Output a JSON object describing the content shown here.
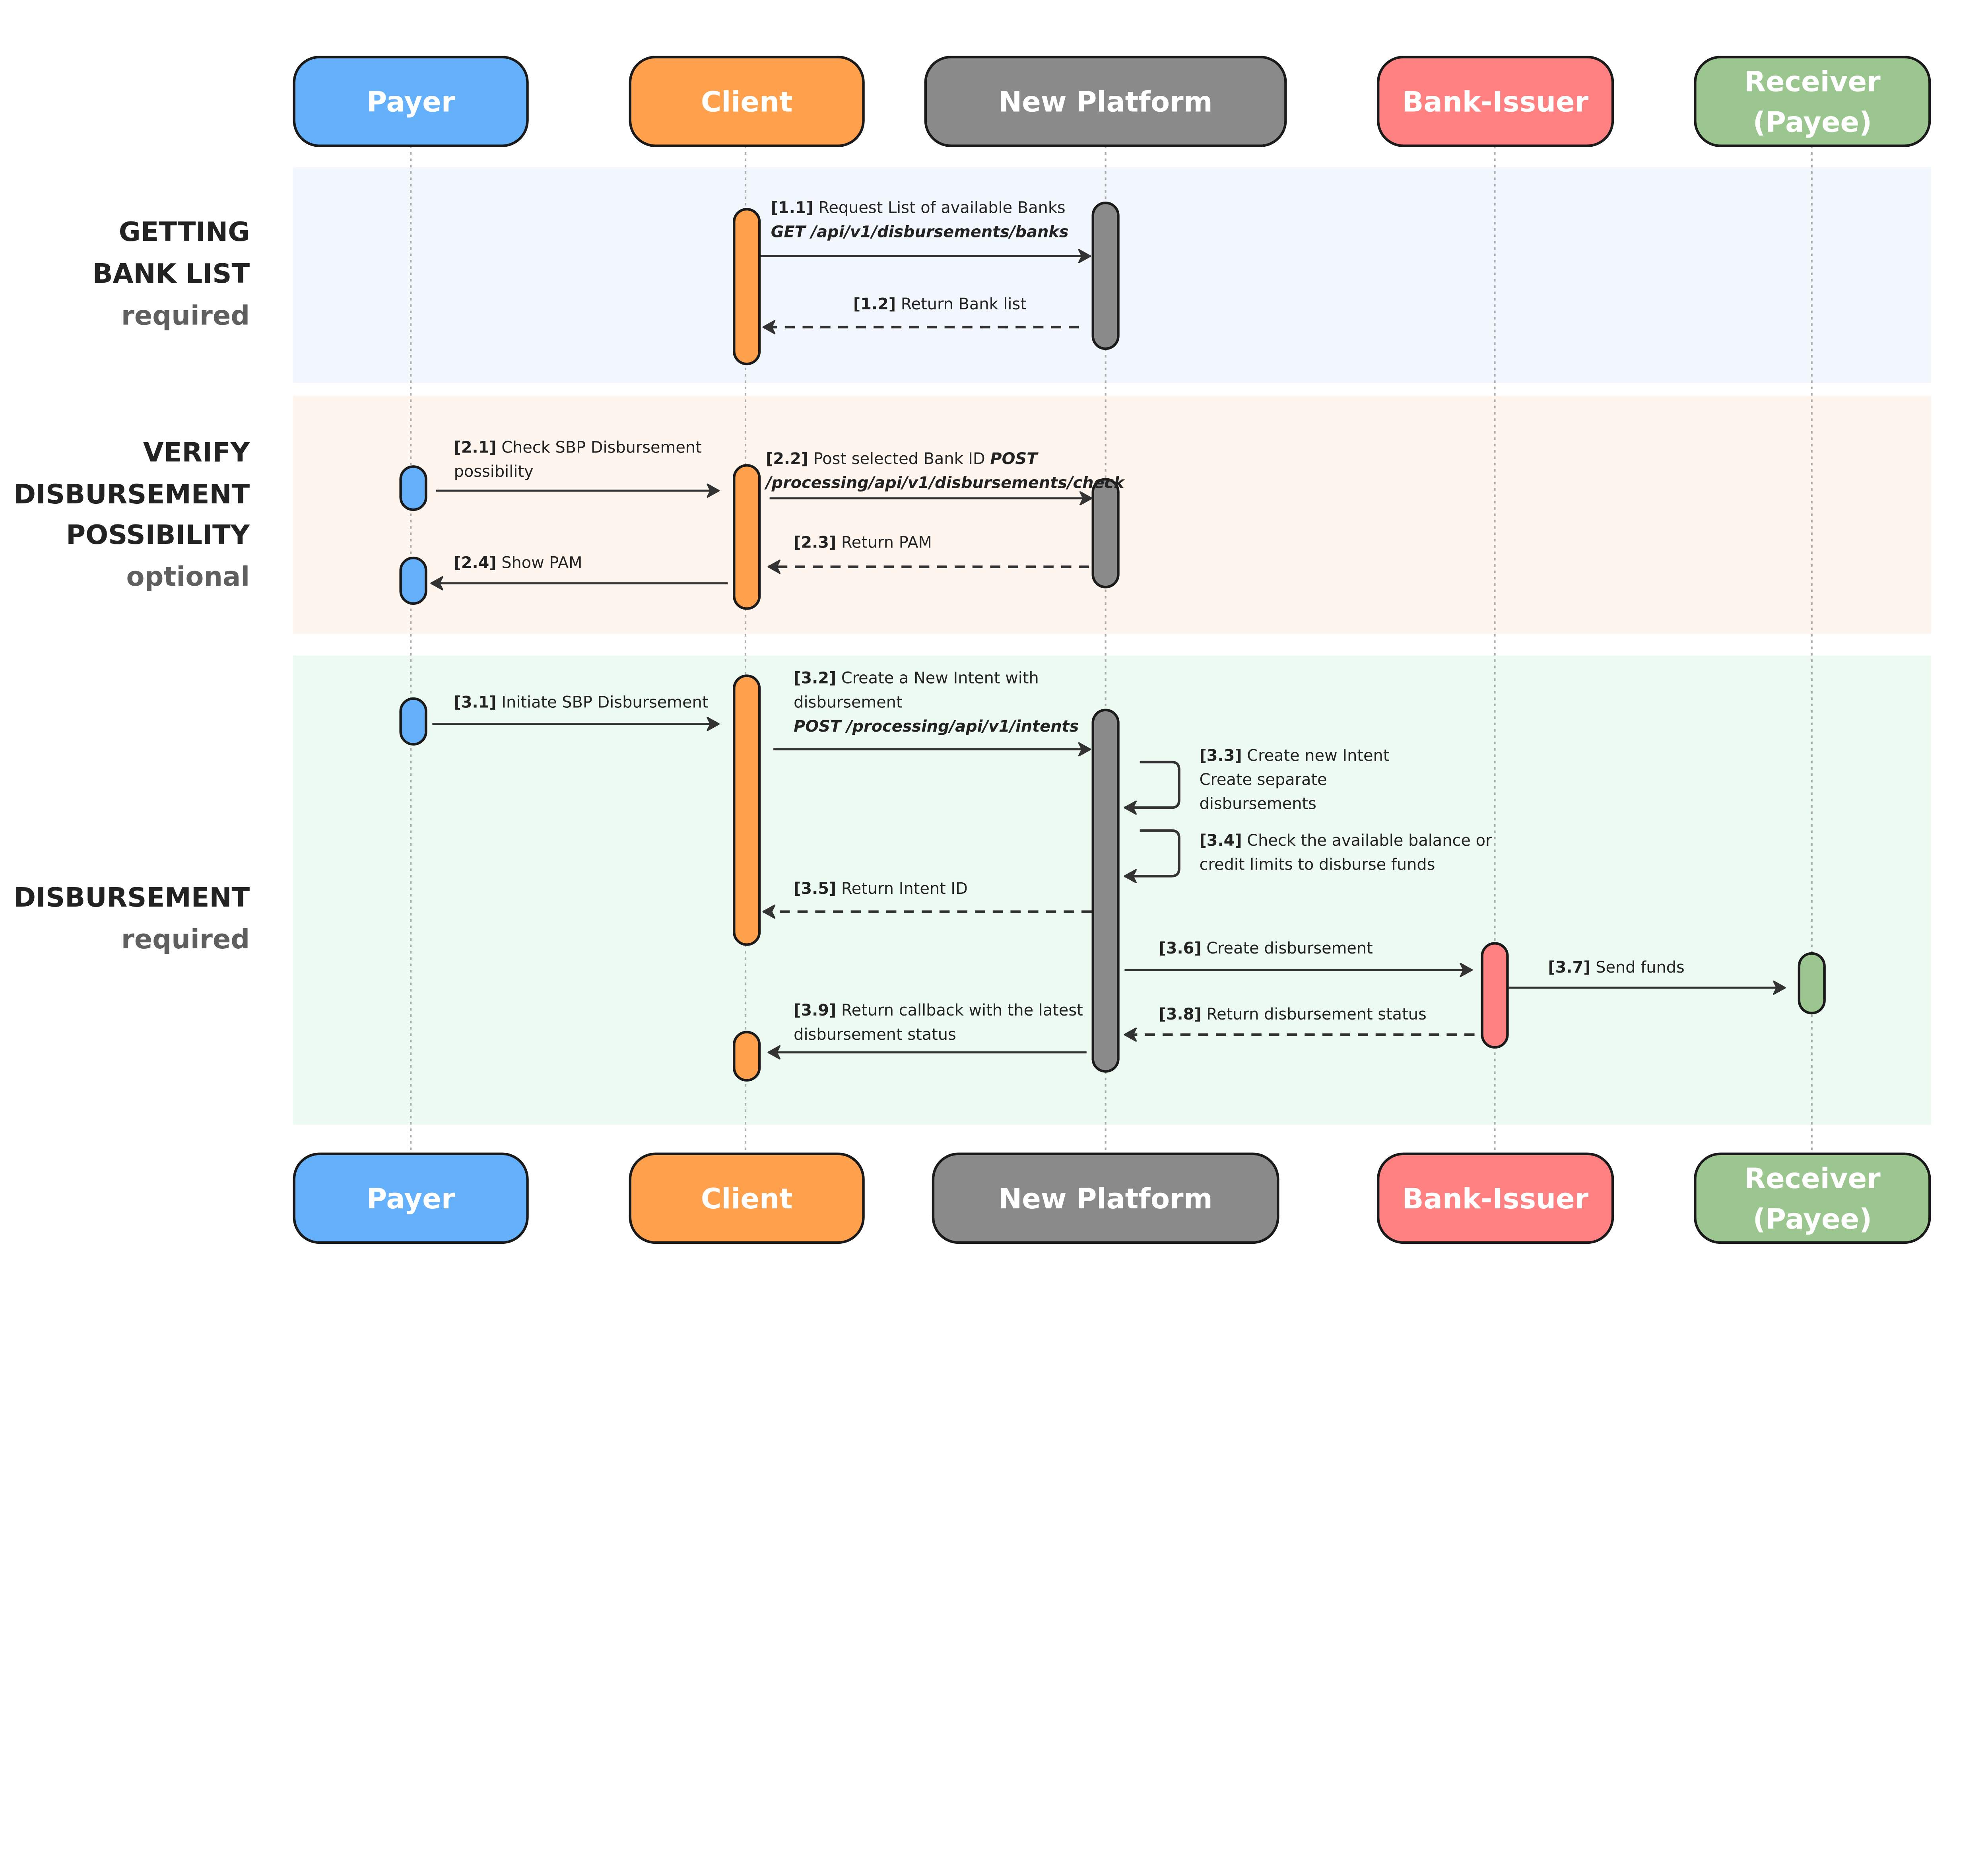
{
  "participants": [
    {
      "id": "payer",
      "lines": [
        "Payer"
      ],
      "color": "#64b0fb"
    },
    {
      "id": "client",
      "lines": [
        "Client"
      ],
      "color": "#ffa04c"
    },
    {
      "id": "new-platform",
      "lines": [
        "New Platform"
      ],
      "color": "#8a8a8a"
    },
    {
      "id": "bank-issuer",
      "lines": [
        "Bank-Issuer"
      ],
      "color": "#ff8080"
    },
    {
      "id": "receiver",
      "lines": [
        "Receiver",
        "(Payee)"
      ],
      "color": "#9cc68f"
    }
  ],
  "sections": [
    {
      "id": "getting-bank-list",
      "title": [
        "GETTING",
        "BANK LIST"
      ],
      "qualifier": "required",
      "color": "#f2f7fe"
    },
    {
      "id": "verify-disbursement-possibility",
      "title": [
        "VERIFY",
        "DISBURSEMENT",
        "POSSIBILITY"
      ],
      "qualifier": "optional",
      "color": "#fef5ef"
    },
    {
      "id": "disbursement",
      "title": [
        "DISBURSEMENT"
      ],
      "qualifier": "required",
      "color": "#edfaf1"
    }
  ],
  "messages": [
    {
      "label": "[1.1]",
      "from": "Client",
      "to": "New Platform",
      "type": "sync",
      "lines": [
        [
          {
            "t": " Request List of available Banks"
          }
        ],
        [
          {
            "t": "GET /api/v1/disbursements/banks",
            "s": "code"
          }
        ]
      ]
    },
    {
      "label": "[1.2]",
      "from": "New Platform",
      "to": "Client",
      "type": "return",
      "lines": [
        [
          {
            "t": " Return Bank list"
          }
        ]
      ]
    },
    {
      "label": "[2.1]",
      "from": "Payer",
      "to": "Client",
      "type": "sync",
      "lines": [
        [
          {
            "t": " Check SBP Disbursement"
          }
        ],
        [
          {
            "t": "possibility"
          }
        ]
      ]
    },
    {
      "label": "[2.2]",
      "from": "Client",
      "to": "New Platform",
      "type": "sync",
      "lines": [
        [
          {
            "t": " Post selected Bank ID "
          },
          {
            "t": "POST",
            "s": "code"
          }
        ],
        [
          {
            "t": "/processing/api/v1/disbursements/check",
            "s": "code"
          }
        ]
      ]
    },
    {
      "label": "[2.3]",
      "from": "New Platform",
      "to": "Client",
      "type": "return",
      "lines": [
        [
          {
            "t": " Return PAM"
          }
        ]
      ]
    },
    {
      "label": "[2.4]",
      "from": "Client",
      "to": "Payer",
      "type": "sync",
      "lines": [
        [
          {
            "t": " Show PAM"
          }
        ]
      ]
    },
    {
      "label": "[3.1]",
      "from": "Payer",
      "to": "Client",
      "type": "sync",
      "lines": [
        [
          {
            "t": " Initiate SBP Disbursement"
          }
        ]
      ]
    },
    {
      "label": "[3.2]",
      "from": "Client",
      "to": "New Platform",
      "type": "sync",
      "lines": [
        [
          {
            "t": " Create a New Intent with"
          }
        ],
        [
          {
            "t": "disbursement"
          }
        ],
        [
          {
            "t": "POST /processing/api/v1/intents",
            "s": "code"
          }
        ]
      ]
    },
    {
      "label": "[3.3]",
      "from": "New Platform",
      "to": "New Platform",
      "type": "self",
      "lines": [
        [
          {
            "t": " Create new Intent"
          }
        ],
        [
          {
            "t": "Create separate"
          }
        ],
        [
          {
            "t": "disbursements"
          }
        ]
      ]
    },
    {
      "label": "[3.4]",
      "from": "New Platform",
      "to": "New Platform",
      "type": "self",
      "lines": [
        [
          {
            "t": " Check the available balance or"
          }
        ],
        [
          {
            "t": "credit limits to disburse funds"
          }
        ]
      ]
    },
    {
      "label": "[3.5]",
      "from": "New Platform",
      "to": "Client",
      "type": "return",
      "lines": [
        [
          {
            "t": " Return Intent ID"
          }
        ]
      ]
    },
    {
      "label": "[3.6]",
      "from": "New Platform",
      "to": "Bank-Issuer",
      "type": "sync",
      "lines": [
        [
          {
            "t": " Create disbursement"
          }
        ]
      ]
    },
    {
      "label": "[3.7]",
      "from": "Bank-Issuer",
      "to": "Receiver",
      "type": "sync",
      "lines": [
        [
          {
            "t": " Send funds"
          }
        ]
      ]
    },
    {
      "label": "[3.8]",
      "from": "Bank-Issuer",
      "to": "New Platform",
      "type": "return",
      "lines": [
        [
          {
            "t": "  Return disbursement status"
          }
        ]
      ]
    },
    {
      "label": "[3.9]",
      "from": "New Platform",
      "to": "Client",
      "type": "sync",
      "lines": [
        [
          {
            "t": " Return callback with the latest"
          }
        ],
        [
          {
            "t": "disbursement status"
          }
        ]
      ]
    }
  ],
  "colors": {
    "line": "#333333",
    "lifeline": "#aaaaaa",
    "outline": "#1a1a1a"
  }
}
